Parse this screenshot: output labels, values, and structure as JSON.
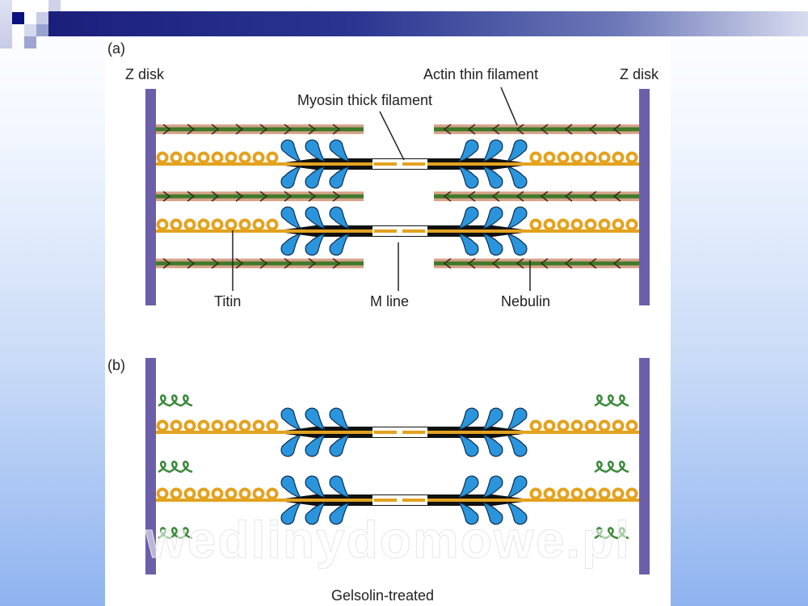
{
  "slide": {
    "panel_a_label": "(a)",
    "panel_b_label": "(b)",
    "labels": {
      "z_disk_left": "Z disk",
      "z_disk_right": "Z disk",
      "actin": "Actin thin filament",
      "myosin": "Myosin thick filament",
      "titin": "Titin",
      "m_line": "M line",
      "nebulin": "Nebulin"
    },
    "caption_b": "Gelsolin-treated",
    "watermark": "wedlinydomowe.pl"
  },
  "colors": {
    "z_disk": "#6a5fa8",
    "actin_band": "#d9a58c",
    "actin_core": "#3f7a2a",
    "titin": "#e3a21f",
    "myosin_head": "#2a95dc",
    "thick_filament": "#111111"
  }
}
